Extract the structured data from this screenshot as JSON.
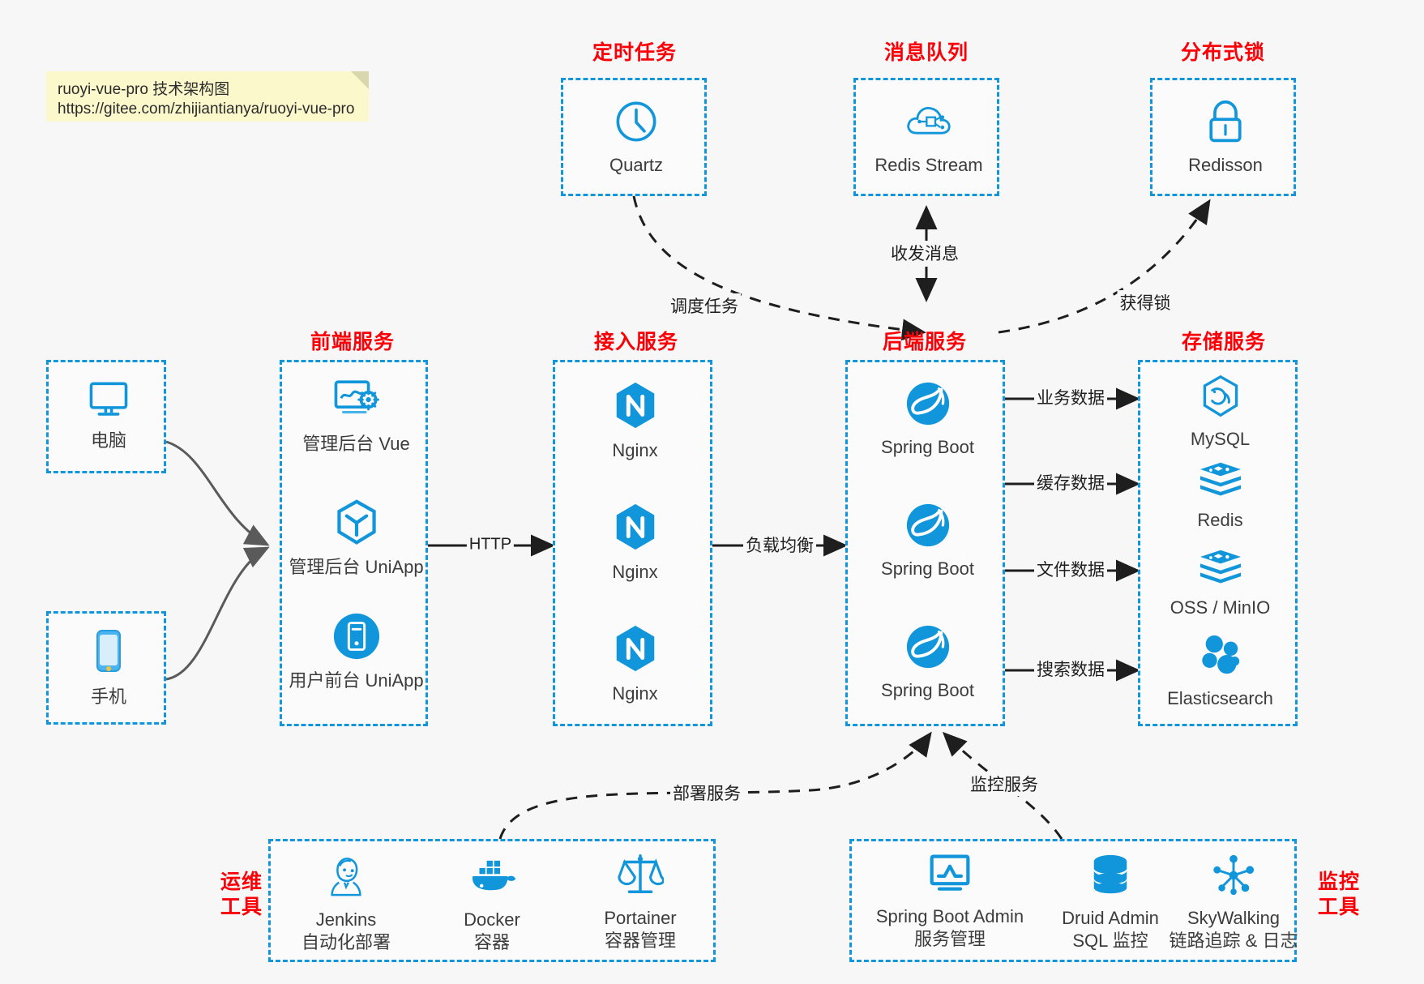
{
  "note": {
    "line1": "ruoyi-vue-pro 技术架构图",
    "line2": "https://gitee.com/zhijiantianya/ruoyi-vue-pro"
  },
  "colors": {
    "box_border": "#1296db",
    "group_title": "#fb0007",
    "icon_blue": "#1296db",
    "background": "#f7f7f7",
    "note_bg": "#fbf8cc",
    "arrow": "#1e1e1e"
  },
  "groups": {
    "scheduled_task": {
      "title": "定时任务"
    },
    "message_queue": {
      "title": "消息队列"
    },
    "distributed_lock": {
      "title": "分布式锁"
    },
    "frontend": {
      "title": "前端服务"
    },
    "access": {
      "title": "接入服务"
    },
    "backend": {
      "title": "后端服务"
    },
    "storage": {
      "title": "存储服务"
    },
    "devops": {
      "title_line1": "运维",
      "title_line2": "工具"
    },
    "monitor": {
      "title_line1": "监控",
      "title_line2": "工具"
    }
  },
  "nodes": {
    "quartz": {
      "label": "Quartz",
      "icon": "clock-icon"
    },
    "redis_stream": {
      "label": "Redis Stream",
      "icon": "cloud-stream-icon"
    },
    "redisson": {
      "label": "Redisson",
      "icon": "lock-icon"
    },
    "computer": {
      "label": "电脑",
      "icon": "desktop-icon"
    },
    "phone": {
      "label": "手机",
      "icon": "smartphone-icon"
    },
    "admin_vue": {
      "label": "管理后台 Vue",
      "icon": "dashboard-gear-icon"
    },
    "admin_uniapp": {
      "label": "管理后台 UniApp",
      "icon": "cube-icon"
    },
    "user_uniapp": {
      "label": "用户前台 UniApp",
      "icon": "mobile-app-icon"
    },
    "nginx1": {
      "label": "Nginx",
      "icon": "nginx-icon"
    },
    "nginx2": {
      "label": "Nginx",
      "icon": "nginx-icon"
    },
    "nginx3": {
      "label": "Nginx",
      "icon": "nginx-icon"
    },
    "springboot1": {
      "label": "Spring Boot",
      "icon": "spring-icon"
    },
    "springboot2": {
      "label": "Spring Boot",
      "icon": "spring-icon"
    },
    "springboot3": {
      "label": "Spring Boot",
      "icon": "spring-icon"
    },
    "mysql": {
      "label": "MySQL",
      "icon": "mysql-icon"
    },
    "redis": {
      "label": "Redis",
      "icon": "redis-icon"
    },
    "oss": {
      "label": "OSS / MinIO",
      "icon": "oss-icon"
    },
    "elasticsearch": {
      "label": "Elasticsearch",
      "icon": "elasticsearch-icon"
    },
    "jenkins": {
      "label": "Jenkins",
      "sub": "自动化部署",
      "icon": "jenkins-icon"
    },
    "docker": {
      "label": "Docker",
      "sub": "容器",
      "icon": "docker-icon"
    },
    "portainer": {
      "label": "Portainer",
      "sub": "容器管理",
      "icon": "scales-icon"
    },
    "sba": {
      "label": "Spring Boot Admin",
      "sub": "服务管理",
      "icon": "monitor-chart-icon"
    },
    "druid": {
      "label": "Druid Admin",
      "sub": "SQL 监控",
      "icon": "database-icon"
    },
    "skywalking": {
      "label": "SkyWalking",
      "sub": "链路追踪 & 日志",
      "icon": "skywalking-icon"
    }
  },
  "edges": {
    "http": "HTTP",
    "load_balance": "负载均衡",
    "schedule_task": "调度任务",
    "send_receive_message": "收发消息",
    "acquire_lock": "获得锁",
    "business_data": "业务数据",
    "cache_data": "缓存数据",
    "file_data": "文件数据",
    "search_data": "搜索数据",
    "deploy_service": "部署服务",
    "monitor_service": "监控服务"
  }
}
